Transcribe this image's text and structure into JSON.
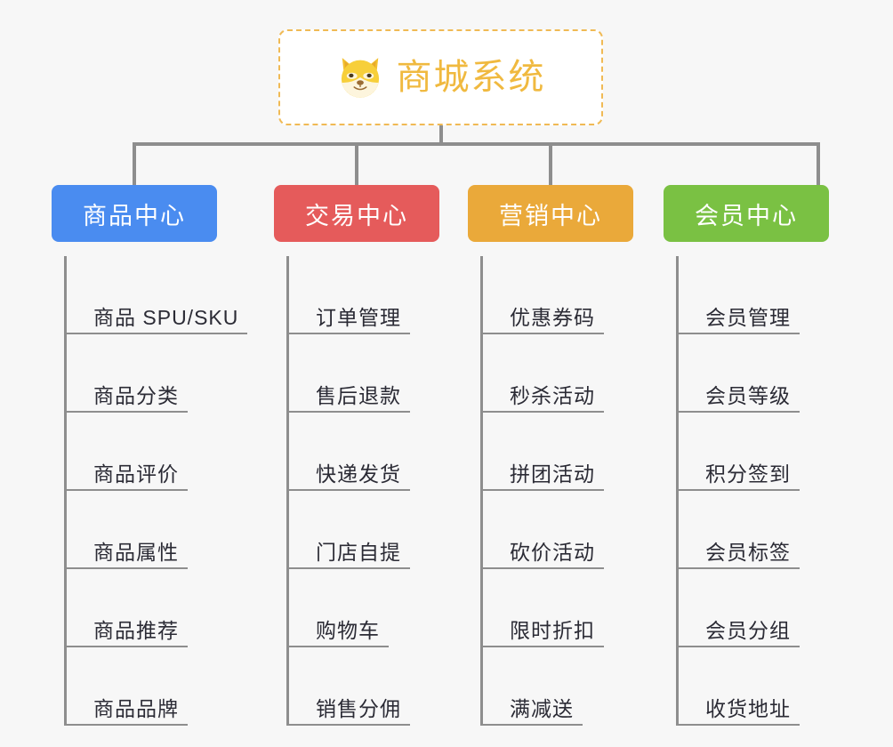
{
  "background_color": "#f7f7f7",
  "root": {
    "title": "商城系统",
    "logo_icon": "shiba-dog-face-icon",
    "border_color": "#f0ba55",
    "title_color": "#f0b93f",
    "background_color": "#ffffff"
  },
  "connector_color": "#8e8e8e",
  "columns": [
    {
      "title": "商品中心",
      "color": "#4a8cf0",
      "items": [
        "商品 SPU/SKU",
        "商品分类",
        "商品评价",
        "商品属性",
        "商品推荐",
        "商品品牌"
      ]
    },
    {
      "title": "交易中心",
      "color": "#e55b5b",
      "items": [
        "订单管理",
        "售后退款",
        "快递发货",
        "门店自提",
        "购物车",
        "销售分佣"
      ]
    },
    {
      "title": "营销中心",
      "color": "#eaa93a",
      "items": [
        "优惠券码",
        "秒杀活动",
        "拼团活动",
        "砍价活动",
        "限时折扣",
        "满减送"
      ]
    },
    {
      "title": "会员中心",
      "color": "#7ac143",
      "items": [
        "会员管理",
        "会员等级",
        "积分签到",
        "会员标签",
        "会员分组",
        "收货地址"
      ]
    }
  ]
}
